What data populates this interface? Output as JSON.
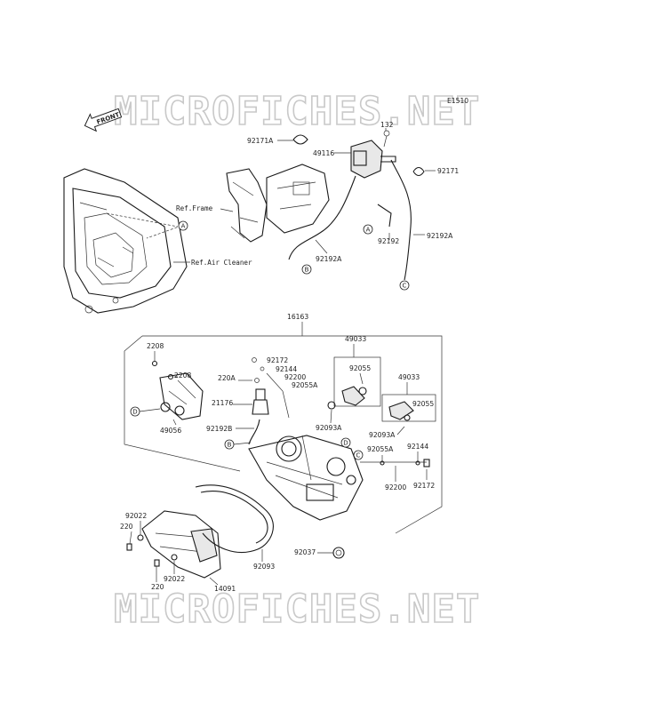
{
  "watermark": {
    "top": "MICROFICHES.NET",
    "bottom": "MICROFICHES.NET"
  },
  "figure_code": "E1510",
  "front_arrow": "FRONT",
  "refs": {
    "frame": "Ref.Frame",
    "air_cleaner": "Ref.Air Cleaner"
  },
  "callouts": {
    "a1": "A",
    "a2": "A",
    "b1": "B",
    "b2": "B",
    "c1": "C",
    "c2": "C",
    "d1": "D",
    "d2": "D"
  },
  "parts": {
    "p132": "132",
    "p92171A": "92171A",
    "p49116": "49116",
    "p92171": "92171",
    "p92192": "92192",
    "p92192A_top": "92192A",
    "p92192A_left": "92192A",
    "p16163": "16163",
    "p49033_a": "49033",
    "p49033_b": "49033",
    "p2208_a": "2208",
    "p2208_b": "2208",
    "p92172_a": "92172",
    "p92144_a": "92144",
    "p220A": "220A",
    "p92200_a": "92200",
    "p92055A_a": "92055A",
    "p92055_a": "92055",
    "p92055_b": "92055",
    "p21176": "21176",
    "p49056": "49056",
    "p92192B": "92192B",
    "p92093A_a": "92093A",
    "p92093A_b": "92093A",
    "p92144_b": "92144",
    "p92055A_b": "92055A",
    "p92200_b": "92200",
    "p92172_b": "92172",
    "p92022_a": "92022",
    "p220_a": "220",
    "p92022_b": "92022",
    "p220_b": "220",
    "p14091": "14091",
    "p92093": "92093",
    "p92037": "92037"
  }
}
